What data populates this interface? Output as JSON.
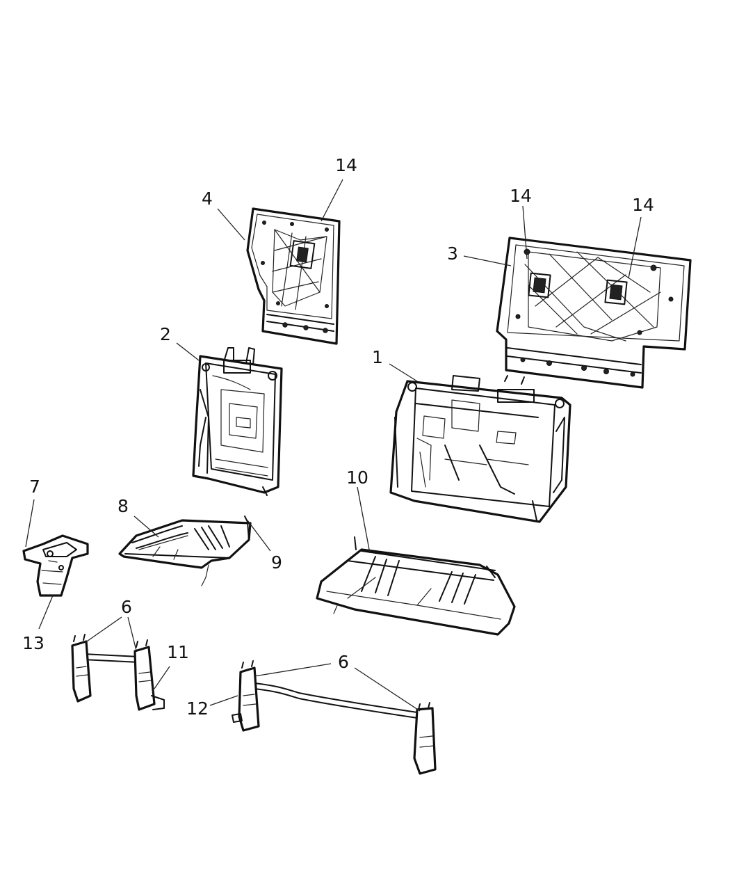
{
  "callouts": [
    {
      "id": "c1",
      "text": "1"
    },
    {
      "id": "c2",
      "text": "2"
    },
    {
      "id": "c3",
      "text": "3"
    },
    {
      "id": "c4",
      "text": "4"
    },
    {
      "id": "c6a",
      "text": "6"
    },
    {
      "id": "c6b",
      "text": "6"
    },
    {
      "id": "c7",
      "text": "7"
    },
    {
      "id": "c8",
      "text": "8"
    },
    {
      "id": "c9",
      "text": "9"
    },
    {
      "id": "c10",
      "text": "10"
    },
    {
      "id": "c11",
      "text": "11"
    },
    {
      "id": "c12",
      "text": "12"
    },
    {
      "id": "c13",
      "text": "13"
    },
    {
      "id": "c14a",
      "text": "14"
    },
    {
      "id": "c14b",
      "text": "14"
    },
    {
      "id": "c14c",
      "text": "14"
    }
  ]
}
